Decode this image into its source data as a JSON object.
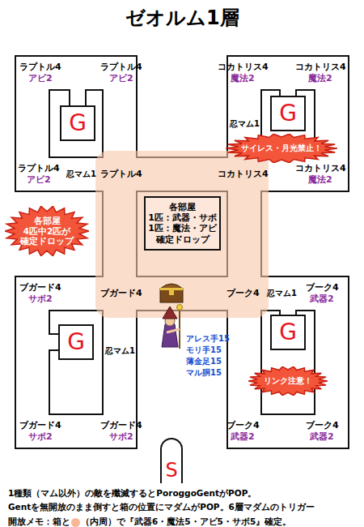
{
  "diagram": {
    "title": "ゼオルム1層",
    "nodes": [
      {
        "text": [
          "G"
        ]
      },
      {
        "text": [
          "G"
        ]
      },
      {
        "text": [
          "サイレス・月光禁止！"
        ]
      },
      {
        "text": [
          "各部屋",
          "4匹中2匹が",
          "確定ドロップ"
        ]
      },
      {
        "text": [
          "各部屋",
          "1匹：武器・サボ",
          "1匹：魔法・アビ",
          "確定ドロップ"
        ]
      },
      {
        "text": [
          "G"
        ]
      },
      {
        "text": [
          "G"
        ]
      },
      {
        "text": [
          "リンク注意！"
        ]
      },
      {
        "text": [
          "S"
        ]
      }
    ],
    "labels": [
      "ラプトル4",
      "アビ2",
      "ラプトル4",
      "アビ2",
      "コカトリス4",
      "魔法2",
      "コカトリス4",
      "魔法2",
      "忍マム1",
      "ラプトル4",
      "アビ2",
      "忍マム1",
      "ラプトル4",
      "コカトリス4",
      "コカトリス4",
      "魔法2",
      "ブガード4",
      "サボ2",
      "ブガード4",
      "ブーク4",
      "忍マム1",
      "ブーク4",
      "武器2",
      "忍マム1",
      "アレス手15",
      "モリ手15",
      "薄金足15",
      "マル胴15",
      "ブガード4",
      "サボ2",
      "ブガード4",
      "サボ2",
      "ブーク4",
      "武器2",
      "ブーク4",
      "武器2",
      "1種類（マム以外）の敵を殲滅するとPoroggoGentがPOP。",
      "Gentを無開放のまま倒すと箱の位置にマダムがPOP。6層マダムのトリガー",
      "開放メモ：箱と",
      "（内周）で『武器6・魔法5・アビ5・サボ5』確定。"
    ]
  }
}
